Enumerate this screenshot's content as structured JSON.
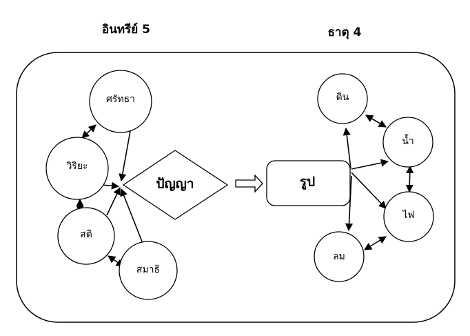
{
  "titles": {
    "left": "อินทรีย์ 5",
    "right": "ธาตุ 4"
  },
  "faculties": {
    "faith": "ศรัทธา",
    "effort": "วิริยะ",
    "mindfulness": "สติ",
    "concentration": "สมาธิ",
    "wisdom": "ปัญญา"
  },
  "elements": {
    "form": "รูป",
    "earth": "ดิน",
    "water": "น้ำ",
    "fire": "ไฟ",
    "wind": "ลม"
  }
}
